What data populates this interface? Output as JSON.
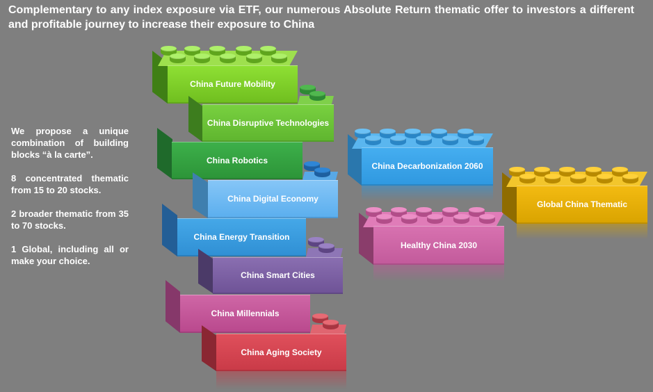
{
  "headline": "Complementary to any index exposure via ETF, our numerous Absolute Return thematic offer to investors a different and profitable journey to increase their exposure to China",
  "sidebar": {
    "paragraphs": [
      "We propose a unique combination of building blocks “à la carte”.",
      "8 concentrated thematic from 15 to 20 stocks.",
      "2 broader thematic from 35 to 70 stocks.",
      "1 Global, including all or make your choice."
    ]
  },
  "blocks": {
    "future_mobility": {
      "label": "China Future Mobility",
      "color": "#7ed321"
    },
    "disruptive_tech": {
      "label": "China Disruptive Technologies",
      "color": "#6cc13a"
    },
    "robotics": {
      "label": "China Robotics",
      "color": "#3fae49"
    },
    "digital_economy": {
      "label": "China Digital Economy",
      "color": "#69b7f2"
    },
    "energy_transition": {
      "label": "China Energy Transition",
      "color": "#3ca0e0"
    },
    "smart_cities": {
      "label": "China Smart Cities",
      "color": "#7a5fa0"
    },
    "millennials": {
      "label": "China Millennials",
      "color": "#c2559a"
    },
    "aging_society": {
      "label": "China Aging Society",
      "color": "#d8434f"
    },
    "decarbonization": {
      "label": "China Decarbonization 2060",
      "color": "#3aa6ea"
    },
    "healthy_china": {
      "label": "Healthy China 2030",
      "color": "#d064a6"
    },
    "global_thematic": {
      "label": "Global China Thematic",
      "color": "#e2a800"
    }
  }
}
